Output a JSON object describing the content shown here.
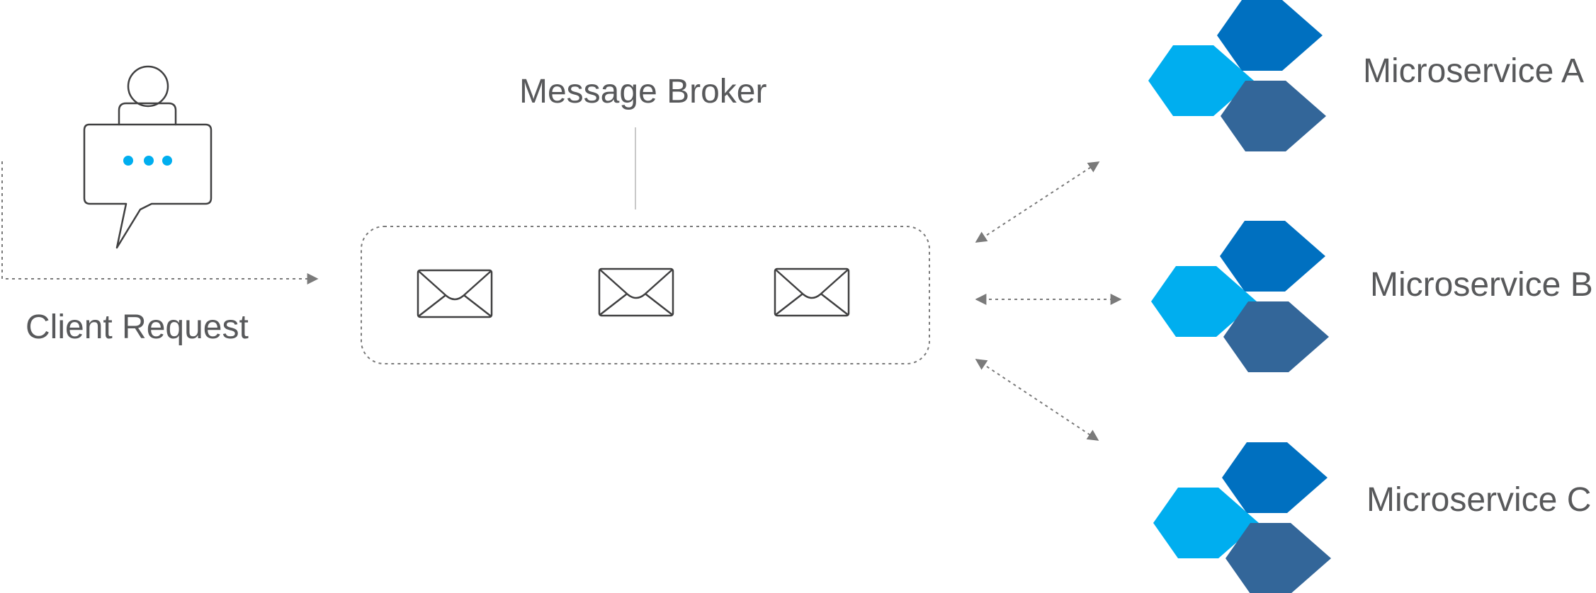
{
  "labels": {
    "client": "Client Request",
    "broker": "Message Broker",
    "services": [
      "Microservice A",
      "Microservice B",
      "Microservice C"
    ]
  },
  "icons": {
    "client": "user-chat-icon",
    "message": "envelope-icon",
    "service": "hexagon-cluster-icon"
  },
  "colors": {
    "light_blue": "#00aeef",
    "dark_blue": "#0070c0",
    "slate_blue": "#336699",
    "text": "#58595b",
    "line": "#7a7a7a"
  }
}
